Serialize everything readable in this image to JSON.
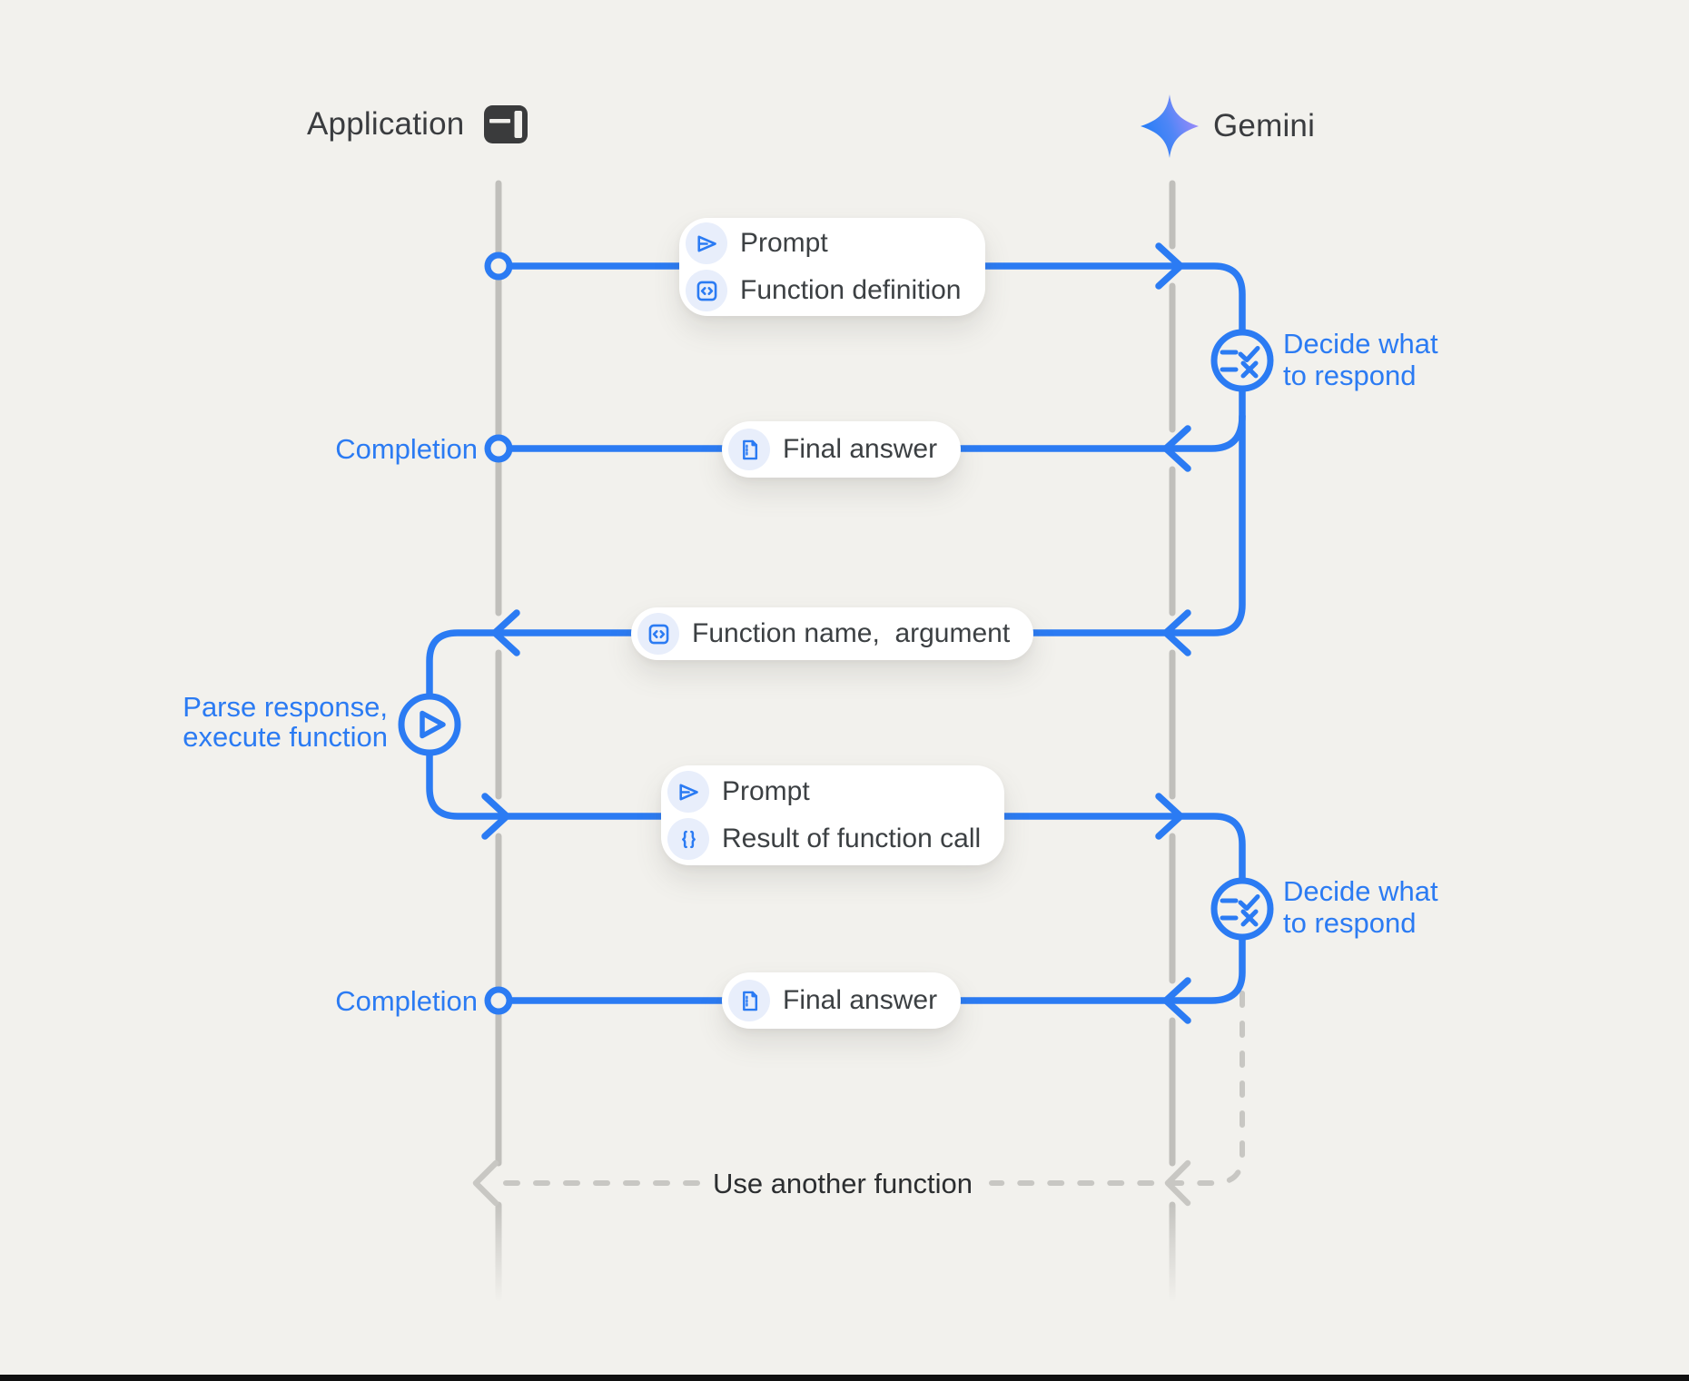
{
  "colors": {
    "background": "#F2F1ED",
    "accent_blue": "#2B7BF3",
    "icon_chip_bg": "#E8EEFB",
    "lifeline_gray": "#C0BFBB",
    "dashed_gray": "#C8C7C3",
    "text_dark": "#3C4043",
    "header_text": "#3A3C3F",
    "card_bg": "#FFFFFF",
    "footer_bar": "#101010",
    "gemini_star_gradient": [
      "#1E7CF7",
      "#A78BFA"
    ]
  },
  "header": {
    "application": {
      "label": "Application",
      "icon": "app-window-icon"
    },
    "gemini": {
      "label": "Gemini",
      "icon": "gemini-star-icon"
    }
  },
  "messages": {
    "prompt_function_definition": {
      "rows": [
        {
          "icon": "send-icon",
          "label": "Prompt"
        },
        {
          "icon": "code-square-icon",
          "label": "Function definition"
        }
      ]
    },
    "final_answer_1": {
      "icon": "document-icon",
      "label": "Final answer"
    },
    "function_name_argument": {
      "icon": "code-square-icon",
      "label": "Function name,  argument"
    },
    "prompt_function_result": {
      "rows": [
        {
          "icon": "send-icon",
          "label": "Prompt"
        },
        {
          "icon": "braces-icon",
          "label": "Result of function call"
        }
      ]
    },
    "final_answer_2": {
      "icon": "document-icon",
      "label": "Final answer"
    }
  },
  "annotations": {
    "decide_1": {
      "line1": "Decide what",
      "line2": "to respond"
    },
    "decide_2": {
      "line1": "Decide what",
      "line2": "to respond"
    },
    "completion_1": "Completion",
    "completion_2": "Completion",
    "parse_execute": {
      "line1": "Parse response,",
      "line2": "execute function"
    },
    "use_another_function": "Use another function"
  },
  "nodes": {
    "decide_node_icon": "rules-check-icon",
    "parse_node_icon": "play-outline-icon",
    "endpoint": "open-circle"
  }
}
